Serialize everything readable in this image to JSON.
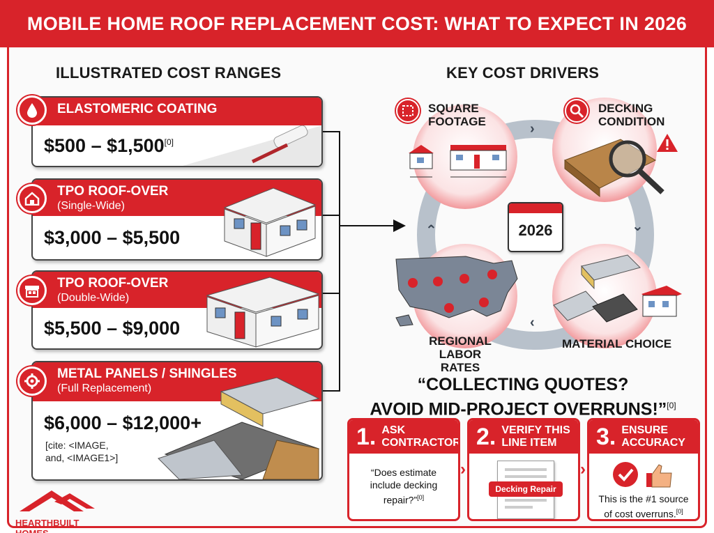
{
  "title": "MOBILE HOME ROOF REPLACEMENT COST: WHAT TO EXPECT IN 2026",
  "left_section_title": "ILLUSTRATED COST RANGES",
  "right_section_title": "KEY COST DRIVERS",
  "cost_cards": [
    {
      "icon": "water-drop-icon",
      "label": "ELASTOMERIC COATING",
      "sub": "",
      "price": "$500 – $1,500",
      "cite_mark": "[0]"
    },
    {
      "icon": "house-icon",
      "label": "TPO ROOF-OVER",
      "sub": "(Single-Wide)",
      "price": "$3,000 – $5,500",
      "cite_mark": ""
    },
    {
      "icon": "store-icon",
      "label": "TPO ROOF-OVER",
      "sub": "(Double-Wide)",
      "price": "$5,500 – $9,000",
      "cite_mark": ""
    },
    {
      "icon": "gear-icon",
      "label": "METAL PANELS / SHINGLES",
      "sub": "(Full Replacement)",
      "price": "$6,000 – $12,000+",
      "cite_mark": ""
    }
  ],
  "metal_cite_lines": [
    "[cite: <IMAGE,",
    "and, <IMAGE1>]"
  ],
  "drivers": {
    "square_footage": [
      "SQUARE",
      "FOOTAGE"
    ],
    "decking_condition": [
      "DECKING",
      "CONDITION"
    ],
    "regional_labor": [
      "REGIONAL",
      "LABOR RATES"
    ],
    "material_choice": "MATERIAL CHOICE",
    "year": "2026"
  },
  "quote": {
    "line1": "“COLLECTING QUOTES?",
    "line2": "AVOID MID-PROJECT OVERRUNS!”",
    "cite_mark": "[0]"
  },
  "steps": [
    {
      "num": "1.",
      "title": [
        "ASK",
        "CONTRACTORS"
      ],
      "body": [
        "“Does estimate",
        "include decking",
        "repair?”"
      ],
      "cite_mark": "[0]"
    },
    {
      "num": "2.",
      "title": [
        "VERIFY THIS",
        "LINE ITEM"
      ],
      "doc_label": "Decking Repair"
    },
    {
      "num": "3.",
      "title": [
        "ENSURE",
        "ACCURACY"
      ],
      "body": [
        "This is the #1 source",
        "of cost overruns."
      ],
      "cite_mark": "[0]"
    }
  ],
  "brand": "HEARTHBUILT HOMES",
  "colors": {
    "accent": "#d8232a",
    "ring": "#b8c1cb",
    "text": "#1c1c1c"
  }
}
